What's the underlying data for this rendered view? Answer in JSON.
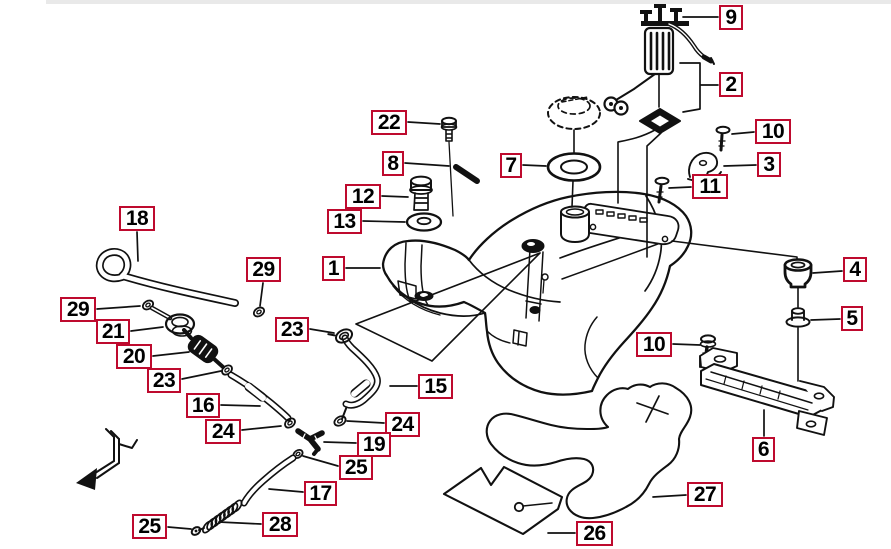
{
  "page": {
    "background": "#ffffff",
    "top_strip_color": "#e9e9e9"
  },
  "diagram": {
    "type": "exploded-parts-diagram",
    "colors": {
      "callout_border": "#be0a2e",
      "callout_fill": "#ffffff",
      "callout_text": "#000000",
      "line_art": "#111111"
    },
    "callouts": [
      {
        "label": "9"
      },
      {
        "label": "2"
      },
      {
        "label": "10"
      },
      {
        "label": "3"
      },
      {
        "label": "11"
      },
      {
        "label": "22"
      },
      {
        "label": "8"
      },
      {
        "label": "7"
      },
      {
        "label": "12"
      },
      {
        "label": "13"
      },
      {
        "label": "18"
      },
      {
        "label": "29"
      },
      {
        "label": "1"
      },
      {
        "label": "29"
      },
      {
        "label": "21"
      },
      {
        "label": "23"
      },
      {
        "label": "20"
      },
      {
        "label": "23"
      },
      {
        "label": "16"
      },
      {
        "label": "15"
      },
      {
        "label": "24"
      },
      {
        "label": "24"
      },
      {
        "label": "19"
      },
      {
        "label": "25"
      },
      {
        "label": "17"
      },
      {
        "label": "25"
      },
      {
        "label": "28"
      },
      {
        "label": "10"
      },
      {
        "label": "4"
      },
      {
        "label": "5"
      },
      {
        "label": "6"
      },
      {
        "label": "27"
      },
      {
        "label": "26"
      }
    ]
  }
}
